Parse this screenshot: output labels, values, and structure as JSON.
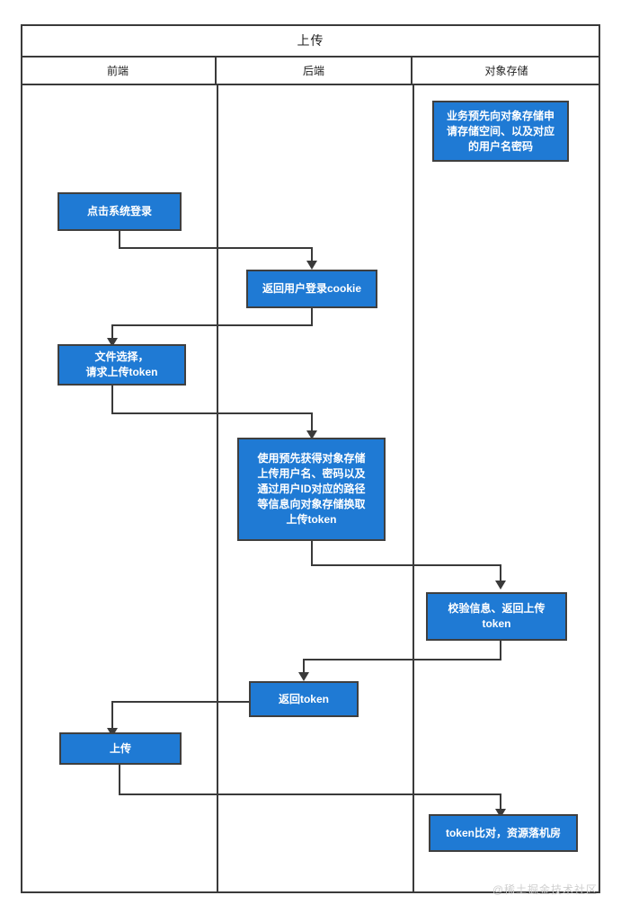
{
  "diagram": {
    "title": "上传",
    "lanes": [
      {
        "id": "frontend",
        "label": "前端"
      },
      {
        "id": "backend",
        "label": "后端"
      },
      {
        "id": "object-storage",
        "label": "对象存储"
      }
    ],
    "nodes": [
      {
        "id": "n1",
        "lane": "object-storage",
        "text": "业务预先向对象存储申\n请存储空间、以及对应\n的用户名密码"
      },
      {
        "id": "n2",
        "lane": "frontend",
        "text": "点击系统登录"
      },
      {
        "id": "n3",
        "lane": "backend",
        "text": "返回用户登录cookie"
      },
      {
        "id": "n4",
        "lane": "frontend",
        "text": "文件选择，\n请求上传token"
      },
      {
        "id": "n5",
        "lane": "backend",
        "text": "使用预先获得对象存储\n上传用户名、密码以及\n通过用户ID对应的路径\n等信息向对象存储换取\n上传token"
      },
      {
        "id": "n6",
        "lane": "object-storage",
        "text": "校验信息、返回上传\ntoken"
      },
      {
        "id": "n7",
        "lane": "backend",
        "text": "返回token"
      },
      {
        "id": "n8",
        "lane": "frontend",
        "text": "上传"
      },
      {
        "id": "n9",
        "lane": "object-storage",
        "text": "token比对，资源落机房"
      }
    ],
    "edges": [
      {
        "from": "n2",
        "to": "n3"
      },
      {
        "from": "n3",
        "to": "n4"
      },
      {
        "from": "n4",
        "to": "n5"
      },
      {
        "from": "n5",
        "to": "n6"
      },
      {
        "from": "n6",
        "to": "n7"
      },
      {
        "from": "n7",
        "to": "n8"
      },
      {
        "from": "n8",
        "to": "n9"
      }
    ],
    "colors": {
      "node_fill": "#1f7ad4",
      "node_border": "#3f3f3f",
      "node_text": "#ffffff",
      "frame_line": "#3a3a3a",
      "background": "#ffffff",
      "watermark_text": "#cfcfcf"
    }
  },
  "watermark": "@稀土掘金技术社区"
}
